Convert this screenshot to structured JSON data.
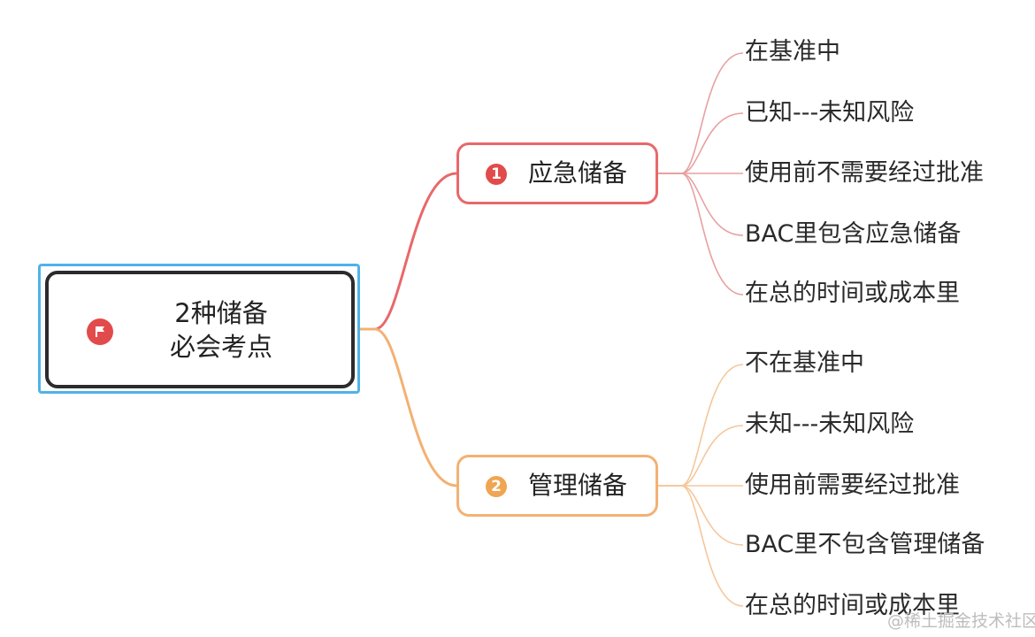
{
  "root": {
    "line1": "2种储备",
    "line2": "必会考点"
  },
  "branches": [
    {
      "badge": "1",
      "label": "应急储备",
      "color": "#e8686a",
      "leaves": [
        "在基准中",
        "已知---未知风险",
        "使用前不需要经过批准",
        "BAC里包含应急储备",
        "在总的时间或成本里"
      ]
    },
    {
      "badge": "2",
      "label": "管理储备",
      "color": "#f3b173",
      "leaves": [
        "不在基准中",
        "未知---未知风险",
        "使用前需要经过批准",
        "BAC里不包含管理储备",
        "在总的时间或成本里"
      ]
    }
  ],
  "watermark": "@稀土掘金技术社区"
}
